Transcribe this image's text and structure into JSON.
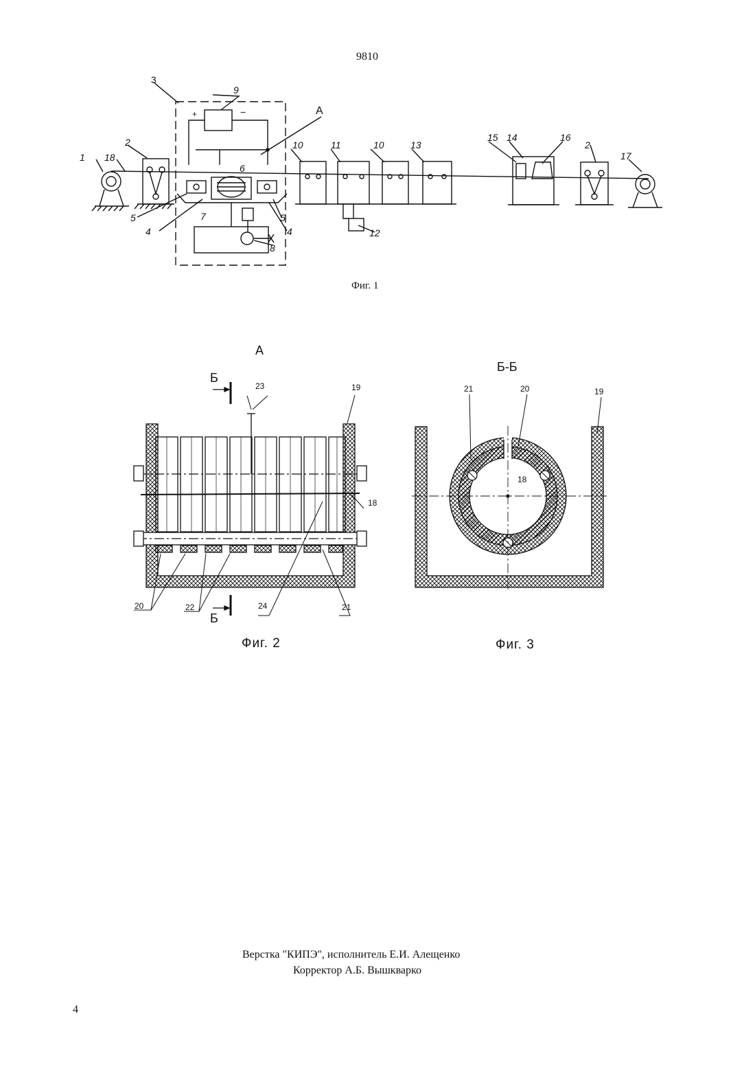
{
  "page": {
    "document_number": "9810",
    "page_number": "4"
  },
  "fig1": {
    "caption": "Фиг. 1",
    "labels": [
      "1",
      "18",
      "2",
      "3",
      "9",
      "+",
      "−",
      "А",
      "6",
      "5",
      "4",
      "7",
      "8",
      "10",
      "11",
      "10",
      "13",
      "12",
      "15",
      "14",
      "16",
      "2",
      "17",
      "5",
      "4"
    ]
  },
  "fig2": {
    "view_label": "А",
    "section_mark": "Б",
    "caption": "Фиг. 2",
    "labels": {
      "l23": "23",
      "l19": "19",
      "l18": "18",
      "l20": "20",
      "l22": "22",
      "l24": "24",
      "l21": "21"
    }
  },
  "fig3": {
    "section_title": "Б-Б",
    "caption": "Фиг. 3",
    "labels": {
      "l21": "21",
      "l20": "20",
      "l19": "19",
      "l18": "18"
    }
  },
  "footer": {
    "line1": "Верстка \"КИПЭ\", исполнитель Е.И. Алещенко",
    "line2": "Корректор А.Б. Вышкварко"
  }
}
